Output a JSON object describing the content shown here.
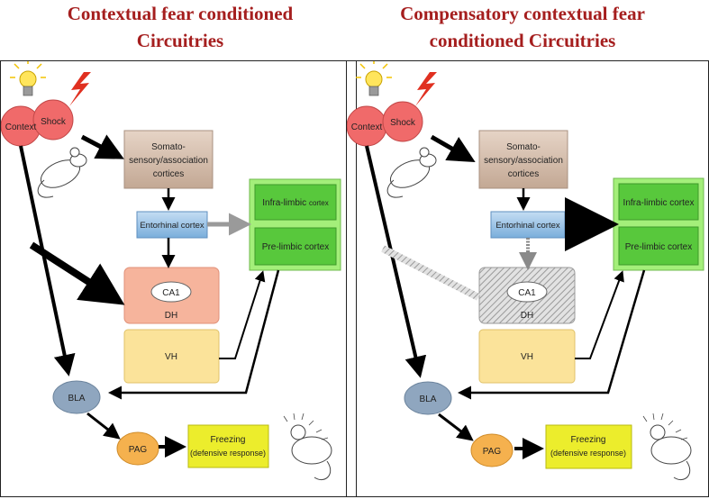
{
  "panels": [
    {
      "title_line1": "Contextual fear conditioned",
      "title_line2": "Circuitries",
      "context": "Context",
      "shock": "Shock",
      "somato": [
        "Somato-",
        "sensory/association",
        "cortices"
      ],
      "entorhinal": "Entorhinal cortex",
      "infralimbic": "Infra-limbic",
      "infralimbic_suffix": "cortex",
      "prelimbic": "Pre-limbic cortex",
      "ca1": "CA1",
      "dh": "DH",
      "vh": "VH",
      "bla": "BLA",
      "pag": "PAG",
      "freezing": [
        "Freezing",
        "(defensive response)"
      ]
    },
    {
      "title_line1": "Compensatory contextual fear",
      "title_line2": "conditioned Circuitries",
      "context": "Context",
      "shock": "Shock",
      "somato": [
        "Somato-",
        "sensory/association",
        "cortices"
      ],
      "entorhinal": "Entorhinal cortex",
      "infralimbic": "Infra-limbic cortex",
      "infralimbic_suffix": "",
      "prelimbic": "Pre-limbic cortex",
      "ca1": "CA1",
      "dh": "DH",
      "vh": "VH",
      "bla": "BLA",
      "pag": "PAG",
      "freezing": [
        "Freezing",
        "(defensive response)"
      ]
    }
  ],
  "colors": {
    "title": "#a51e1e",
    "context_shock": "#f06a6a",
    "somato": "#d9c2b0",
    "entorhinal": "#9cc3e6",
    "limbic_outer": "#a4ef7a",
    "limbic_inner": "#58c83c",
    "ca1_dh": "#f6b49c",
    "vh": "#fbe39a",
    "bla": "#8fa6bf",
    "pag": "#f5b14e",
    "freezing": "#eced2c"
  }
}
